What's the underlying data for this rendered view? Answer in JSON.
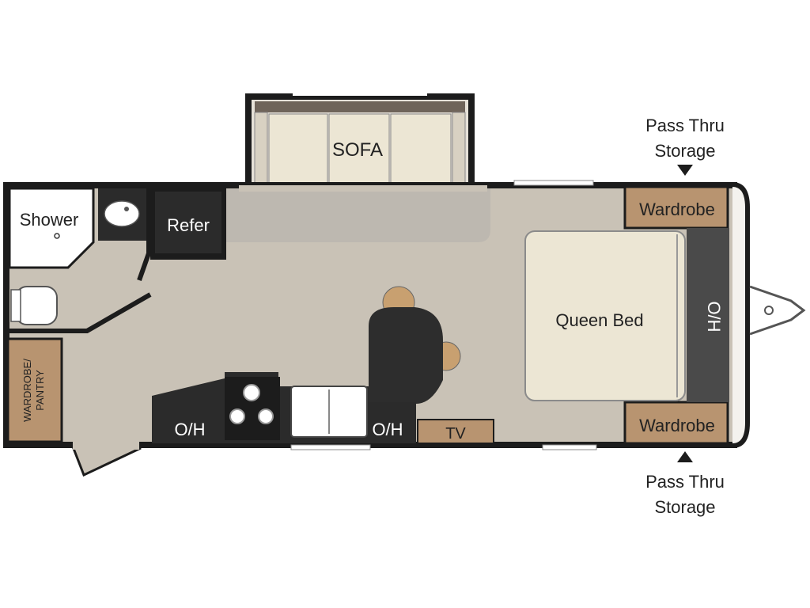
{
  "labels": {
    "sofa": "SOFA",
    "shower": "Shower",
    "refer": "Refer",
    "queen_bed": "Queen Bed",
    "wardrobe_top": "Wardrobe",
    "wardrobe_bottom": "Wardrobe",
    "oh_front": "O/H",
    "oh_kitchen_left": "O/H",
    "oh_kitchen_right": "O/H",
    "tv": "TV",
    "wardrobe_pantry_line1": "WARDROBE/",
    "wardrobe_pantry_line2": "PANTRY",
    "pass_thru_top_line1": "Pass Thru",
    "pass_thru_top_line2": "Storage",
    "pass_thru_bottom_line1": "Pass Thru",
    "pass_thru_bottom_line2": "Storage"
  },
  "colors": {
    "wall": "#1c1c1c",
    "floor": "#c9c2b6",
    "wardrobe": "#b89470",
    "bed": "#ece6d4",
    "sofa_cushion": "#ece6d4",
    "counter": "#2b2b2b",
    "slide_floor": "#bdb8b0"
  }
}
